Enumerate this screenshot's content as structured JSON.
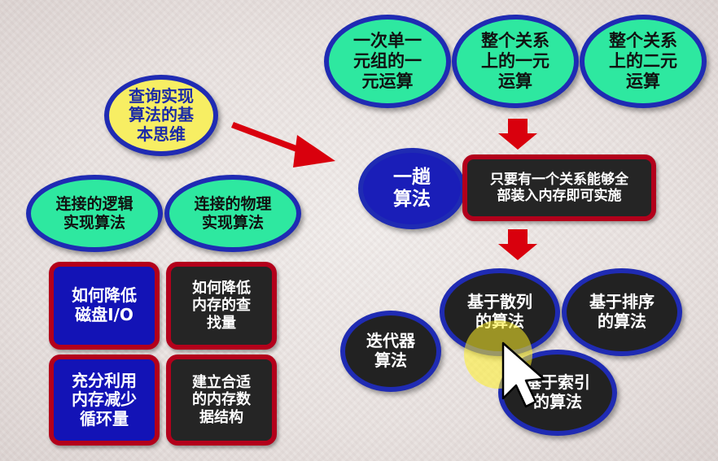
{
  "nodes": {
    "query_basic": "查询实现\n算法的基\n本思维",
    "logical_join": "连接的逻辑\n实现算法",
    "physical_join": "连接的物理\n实现算法",
    "reduce_disk_io": "如何降低\n磁盘I/O",
    "reduce_memory_search": "如何降低\n内存的查\n找量",
    "use_memory_reduce_loops": "充分利用\n内存减少\n循环量",
    "build_memory_structure": "建立合适\n的内存数\n据结构",
    "unary_tuple_op": "一次单一\n元组的一\n元运算",
    "whole_relation_unary": "整个关系\n上的一元\n运算",
    "whole_relation_binary": "整个关系\n上的二元\n运算",
    "one_pass": "一趟\n算法",
    "one_pass_note": "只要有一个关系能够全\n部装入内存即可实施",
    "hash_based": "基于散列\n的算法",
    "sort_based": "基于排序\n的算法",
    "iterator": "迭代器\n算法",
    "index_based": "基于索引\n的算法"
  },
  "colors": {
    "blue_border": "#1f2bb3",
    "green_fill": "#2ee8a0",
    "yellow_fill": "#f7ee63",
    "red_border": "#b3001b",
    "arrow_red": "#d9000d"
  }
}
